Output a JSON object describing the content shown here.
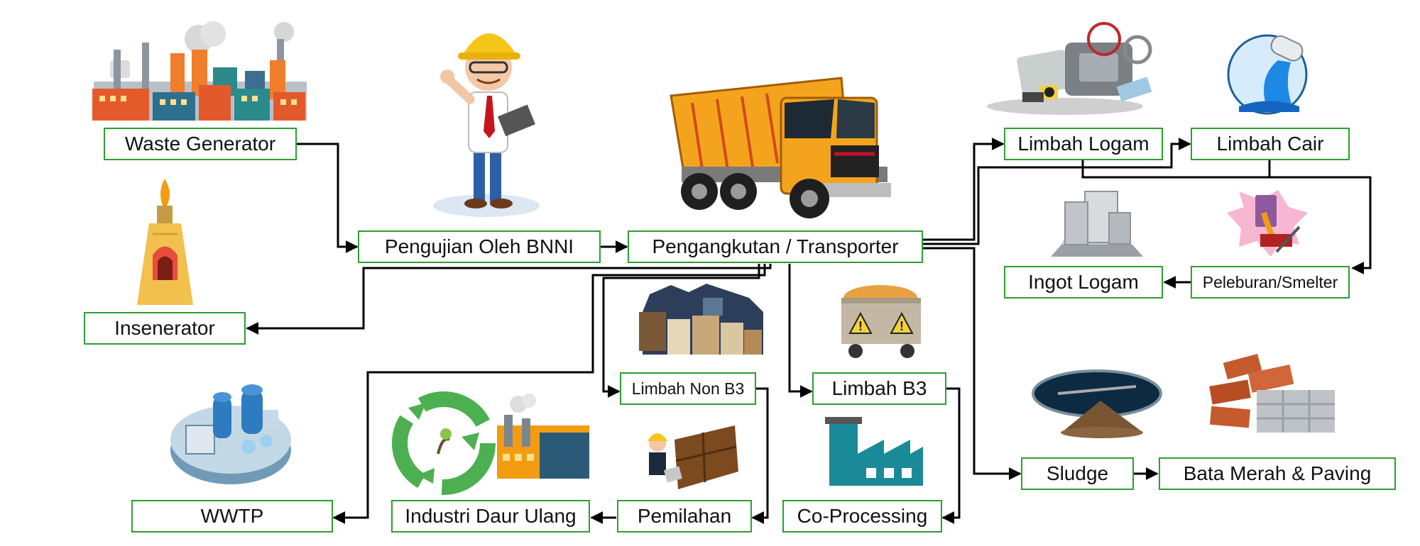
{
  "colors": {
    "box_border": "#2e9e32",
    "arrow": "#000000",
    "text": "#111111"
  },
  "nodes": {
    "waste_generator": "Waste Generator",
    "pengujian": "Pengujian Oleh BNNI",
    "pengangkutan": "Pengangkutan / Transporter",
    "insenerator": "Insenerator",
    "limbah_logam": "Limbah Logam",
    "limbah_cair": "Limbah Cair",
    "ingot_logam": "Ingot Logam",
    "peleburan": "Peleburan/Smelter",
    "limbah_non_b3": "Limbah Non B3",
    "limbah_b3": "Limbah B3",
    "wwtp": "WWTP",
    "industri_daur_ulang": "Industri Daur Ulang",
    "pemilahan": "Pemilahan",
    "co_processing": "Co-Processing",
    "sludge": "Sludge",
    "bata_merah": "Bata Merah & Paving"
  },
  "illustrations": [
    "factory-icon",
    "engineer-icon",
    "dump-truck-icon",
    "scrap-metal-icon",
    "liquid-waste-icon",
    "furnace-icon",
    "metal-ingot-icon",
    "smelter-icon",
    "garbage-pile-icon",
    "hazardous-waste-cart-icon",
    "wastewater-plant-icon",
    "recycling-industry-icon",
    "sorting-worker-icon",
    "cement-plant-icon",
    "sludge-pond-icon",
    "bricks-paving-icon"
  ]
}
